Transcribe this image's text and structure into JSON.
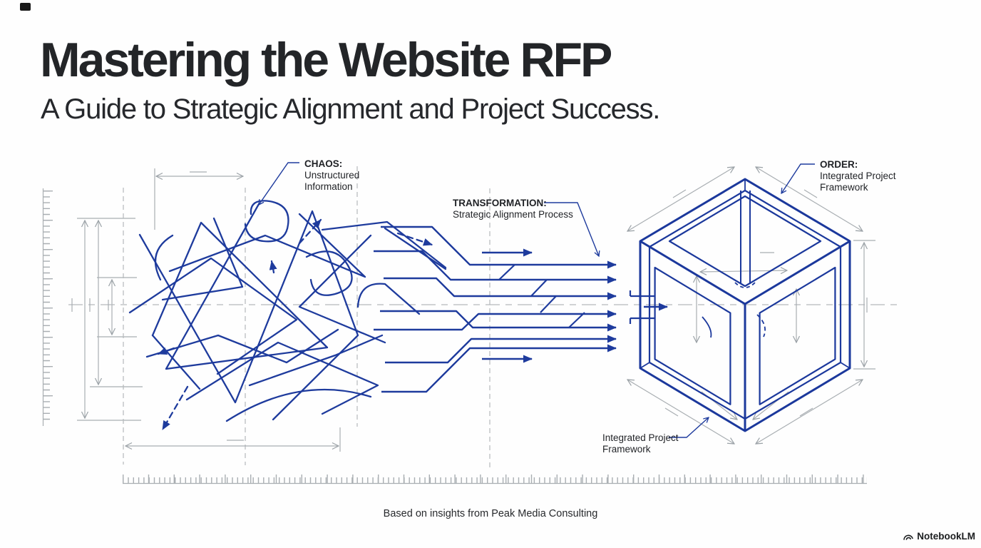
{
  "page": {
    "title": "Mastering the Website RFP",
    "subtitle": "A Guide to Strategic Alignment and Project Success."
  },
  "labels": {
    "chaos": {
      "heading": "CHAOS:",
      "lines": [
        "Unstructured",
        "Information"
      ]
    },
    "transformation": {
      "heading": "TRANSFORMATION:",
      "lines": [
        "Strategic Alignment Process"
      ]
    },
    "order": {
      "heading": "ORDER:",
      "lines": [
        "Integrated Project",
        "Framework"
      ]
    },
    "framework": {
      "lines": [
        "Integrated Project",
        "Framework"
      ]
    }
  },
  "footer": {
    "attribution": "Based on insights from Peak Media Consulting",
    "brand": "NotebookLM"
  },
  "icons": {
    "brand": "notebooklm-icon"
  },
  "colors": {
    "ink_navy": "#1e3b9d",
    "cube_navy": "#1b389c",
    "construction_gray": "#a9aeb2",
    "dashed_gray": "#b4b8bb",
    "text_dark": "#232528",
    "background": "#fefefe"
  }
}
